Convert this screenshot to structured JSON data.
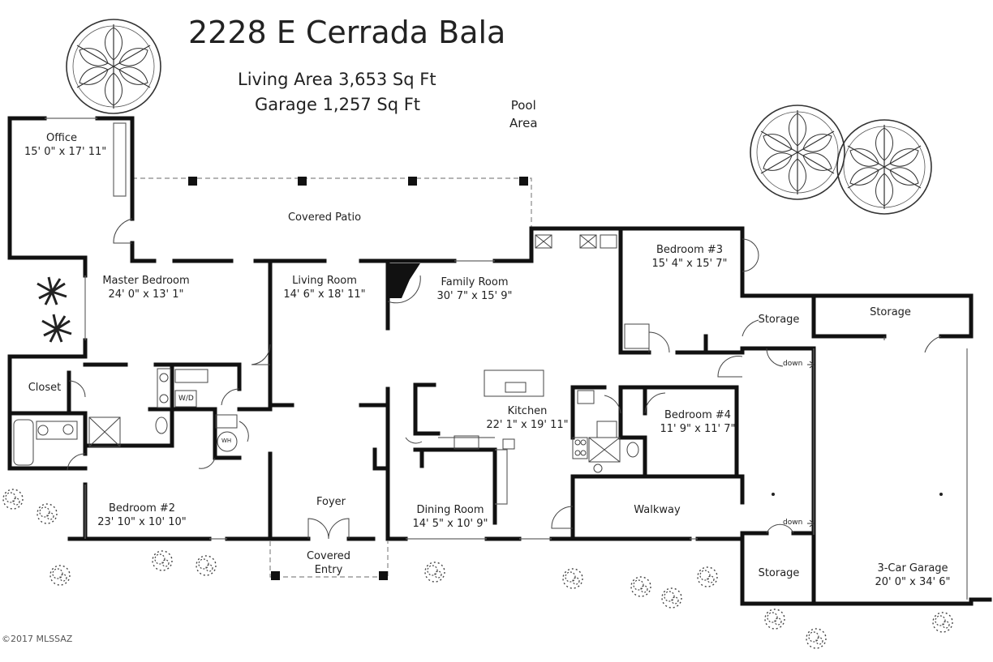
{
  "title": "2228 E Cerrada Bala",
  "living_area": "Living Area 3,653 Sq Ft",
  "garage_area": "Garage 1,257 Sq Ft",
  "pool_area": [
    "Pool",
    "Area"
  ],
  "rooms": {
    "office": {
      "name": "Office",
      "size": "15' 0\" x 17' 11\""
    },
    "covered_patio": {
      "name": "Covered Patio"
    },
    "master_bedroom": {
      "name": "Master Bedroom",
      "size": "24' 0\" x 13' 1\""
    },
    "living_room": {
      "name": "Living Room",
      "size": "14' 6\" x 18' 11\""
    },
    "family_room": {
      "name": "Family Room",
      "size": "30' 7\" x 15' 9\""
    },
    "bedroom3": {
      "name": "Bedroom #3",
      "size": "15' 4\" x 15' 7\""
    },
    "storage_a": {
      "name": "Storage"
    },
    "storage_b": {
      "name": "Storage"
    },
    "closet": {
      "name": "Closet"
    },
    "kitchen": {
      "name": "Kitchen",
      "size": "22' 1\" x 19' 11\""
    },
    "bedroom4": {
      "name": "Bedroom #4",
      "size": "11' 9\" x 11' 7\""
    },
    "bedroom2": {
      "name": "Bedroom #2",
      "size": "23' 10\" x 10' 10\""
    },
    "foyer": {
      "name": "Foyer"
    },
    "dining_room": {
      "name": "Dining Room",
      "size": "14' 5\" x 10' 9\""
    },
    "walkway": {
      "name": "Walkway"
    },
    "covered_entry": {
      "name": [
        "Covered",
        "Entry"
      ]
    },
    "storage_c": {
      "name": "Storage"
    },
    "garage": {
      "name": "3-Car Garage",
      "size": "20' 0\" x 34' 6\""
    }
  },
  "appliances": {
    "washer_dryer": "W/D",
    "water_heater": "WH"
  },
  "stairs": {
    "down_upper": "down",
    "down_lower": "down"
  },
  "copyright": "©2017 MLSSAZ"
}
